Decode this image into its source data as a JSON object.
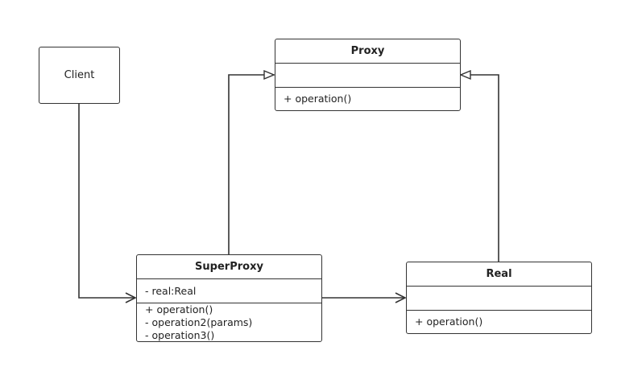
{
  "client": {
    "label": "Client"
  },
  "proxy": {
    "name": "Proxy",
    "methods": [
      "+ operation()"
    ]
  },
  "super_proxy": {
    "name": "SuperProxy",
    "attributes": [
      "- real:Real"
    ],
    "methods": [
      "+ operation()",
      "- operation2(params)",
      "- operation3()"
    ]
  },
  "real": {
    "name": "Real",
    "methods": [
      "+ operation()"
    ]
  }
}
